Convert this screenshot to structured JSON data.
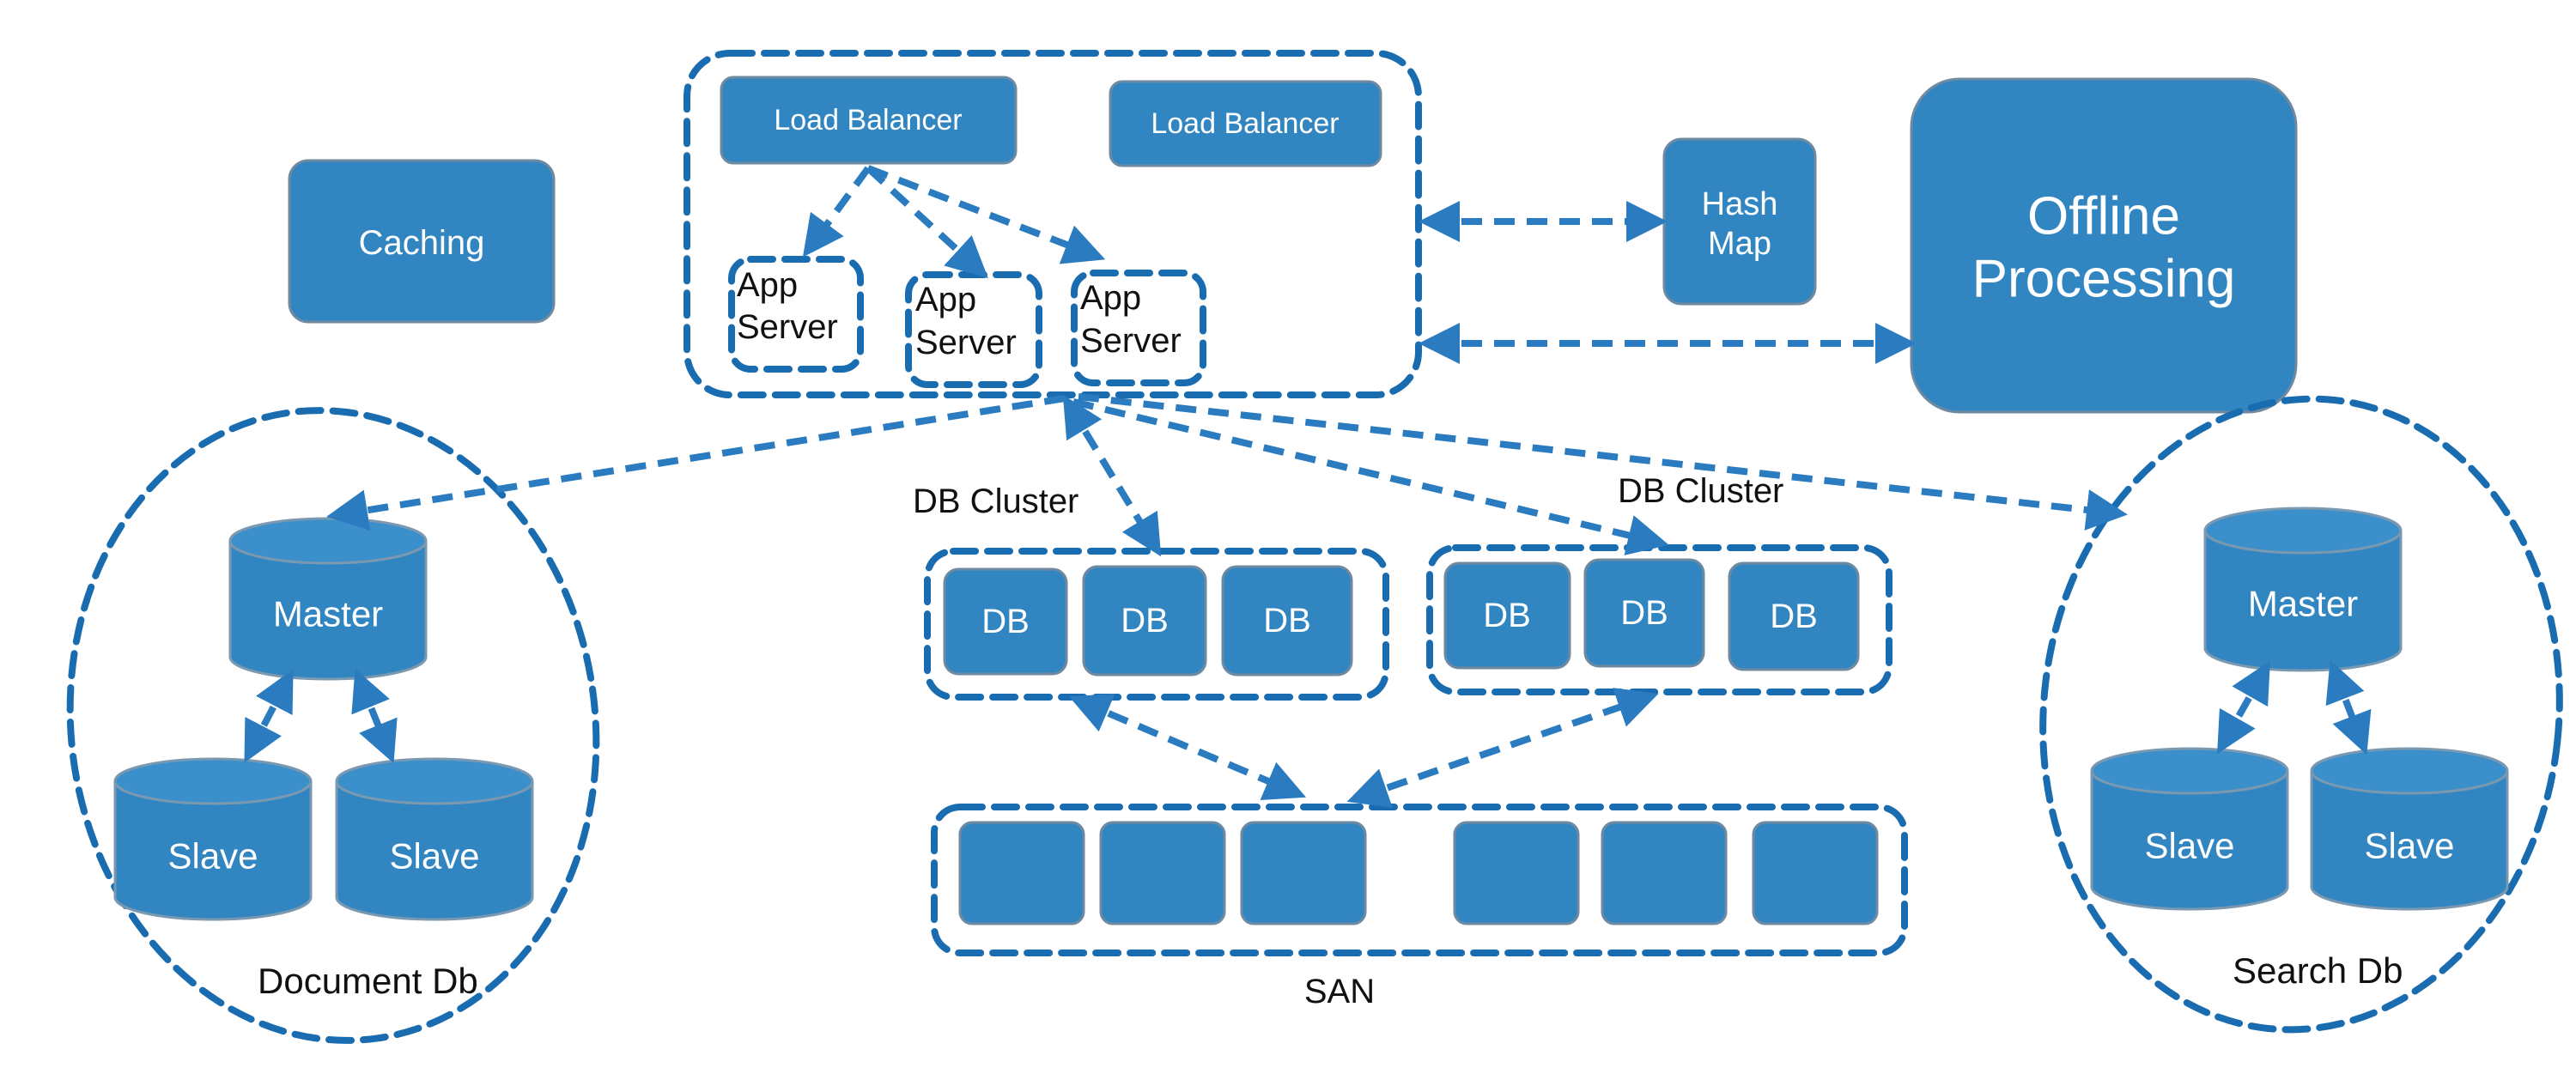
{
  "colors": {
    "box_fill": "#3186c2",
    "dashed_stroke": "#1a6cb0",
    "text_dark": "#111111",
    "text_light": "#ffffff"
  },
  "nodes": {
    "caching": "Caching",
    "load_balancer_1": "Load Balancer",
    "load_balancer_2": "Load Balancer",
    "app_server_1": [
      "App",
      "Server"
    ],
    "app_server_2": [
      "App",
      "Server"
    ],
    "app_server_3": [
      "App",
      "Server"
    ],
    "hash_map": [
      "Hash",
      "Map"
    ],
    "offline_processing": [
      "Offline",
      "Processing"
    ],
    "db_cluster_left_label": "DB Cluster",
    "db_cluster_right_label": "DB Cluster",
    "db_nodes": [
      "DB",
      "DB",
      "DB",
      "DB",
      "DB",
      "DB"
    ],
    "san_label": "SAN",
    "document_db": {
      "label": "Document Db",
      "master": "Master",
      "slaves": [
        "Slave",
        "Slave"
      ]
    },
    "search_db": {
      "label": "Search Db",
      "master": "Master",
      "slaves": [
        "Slave",
        "Slave"
      ]
    }
  }
}
